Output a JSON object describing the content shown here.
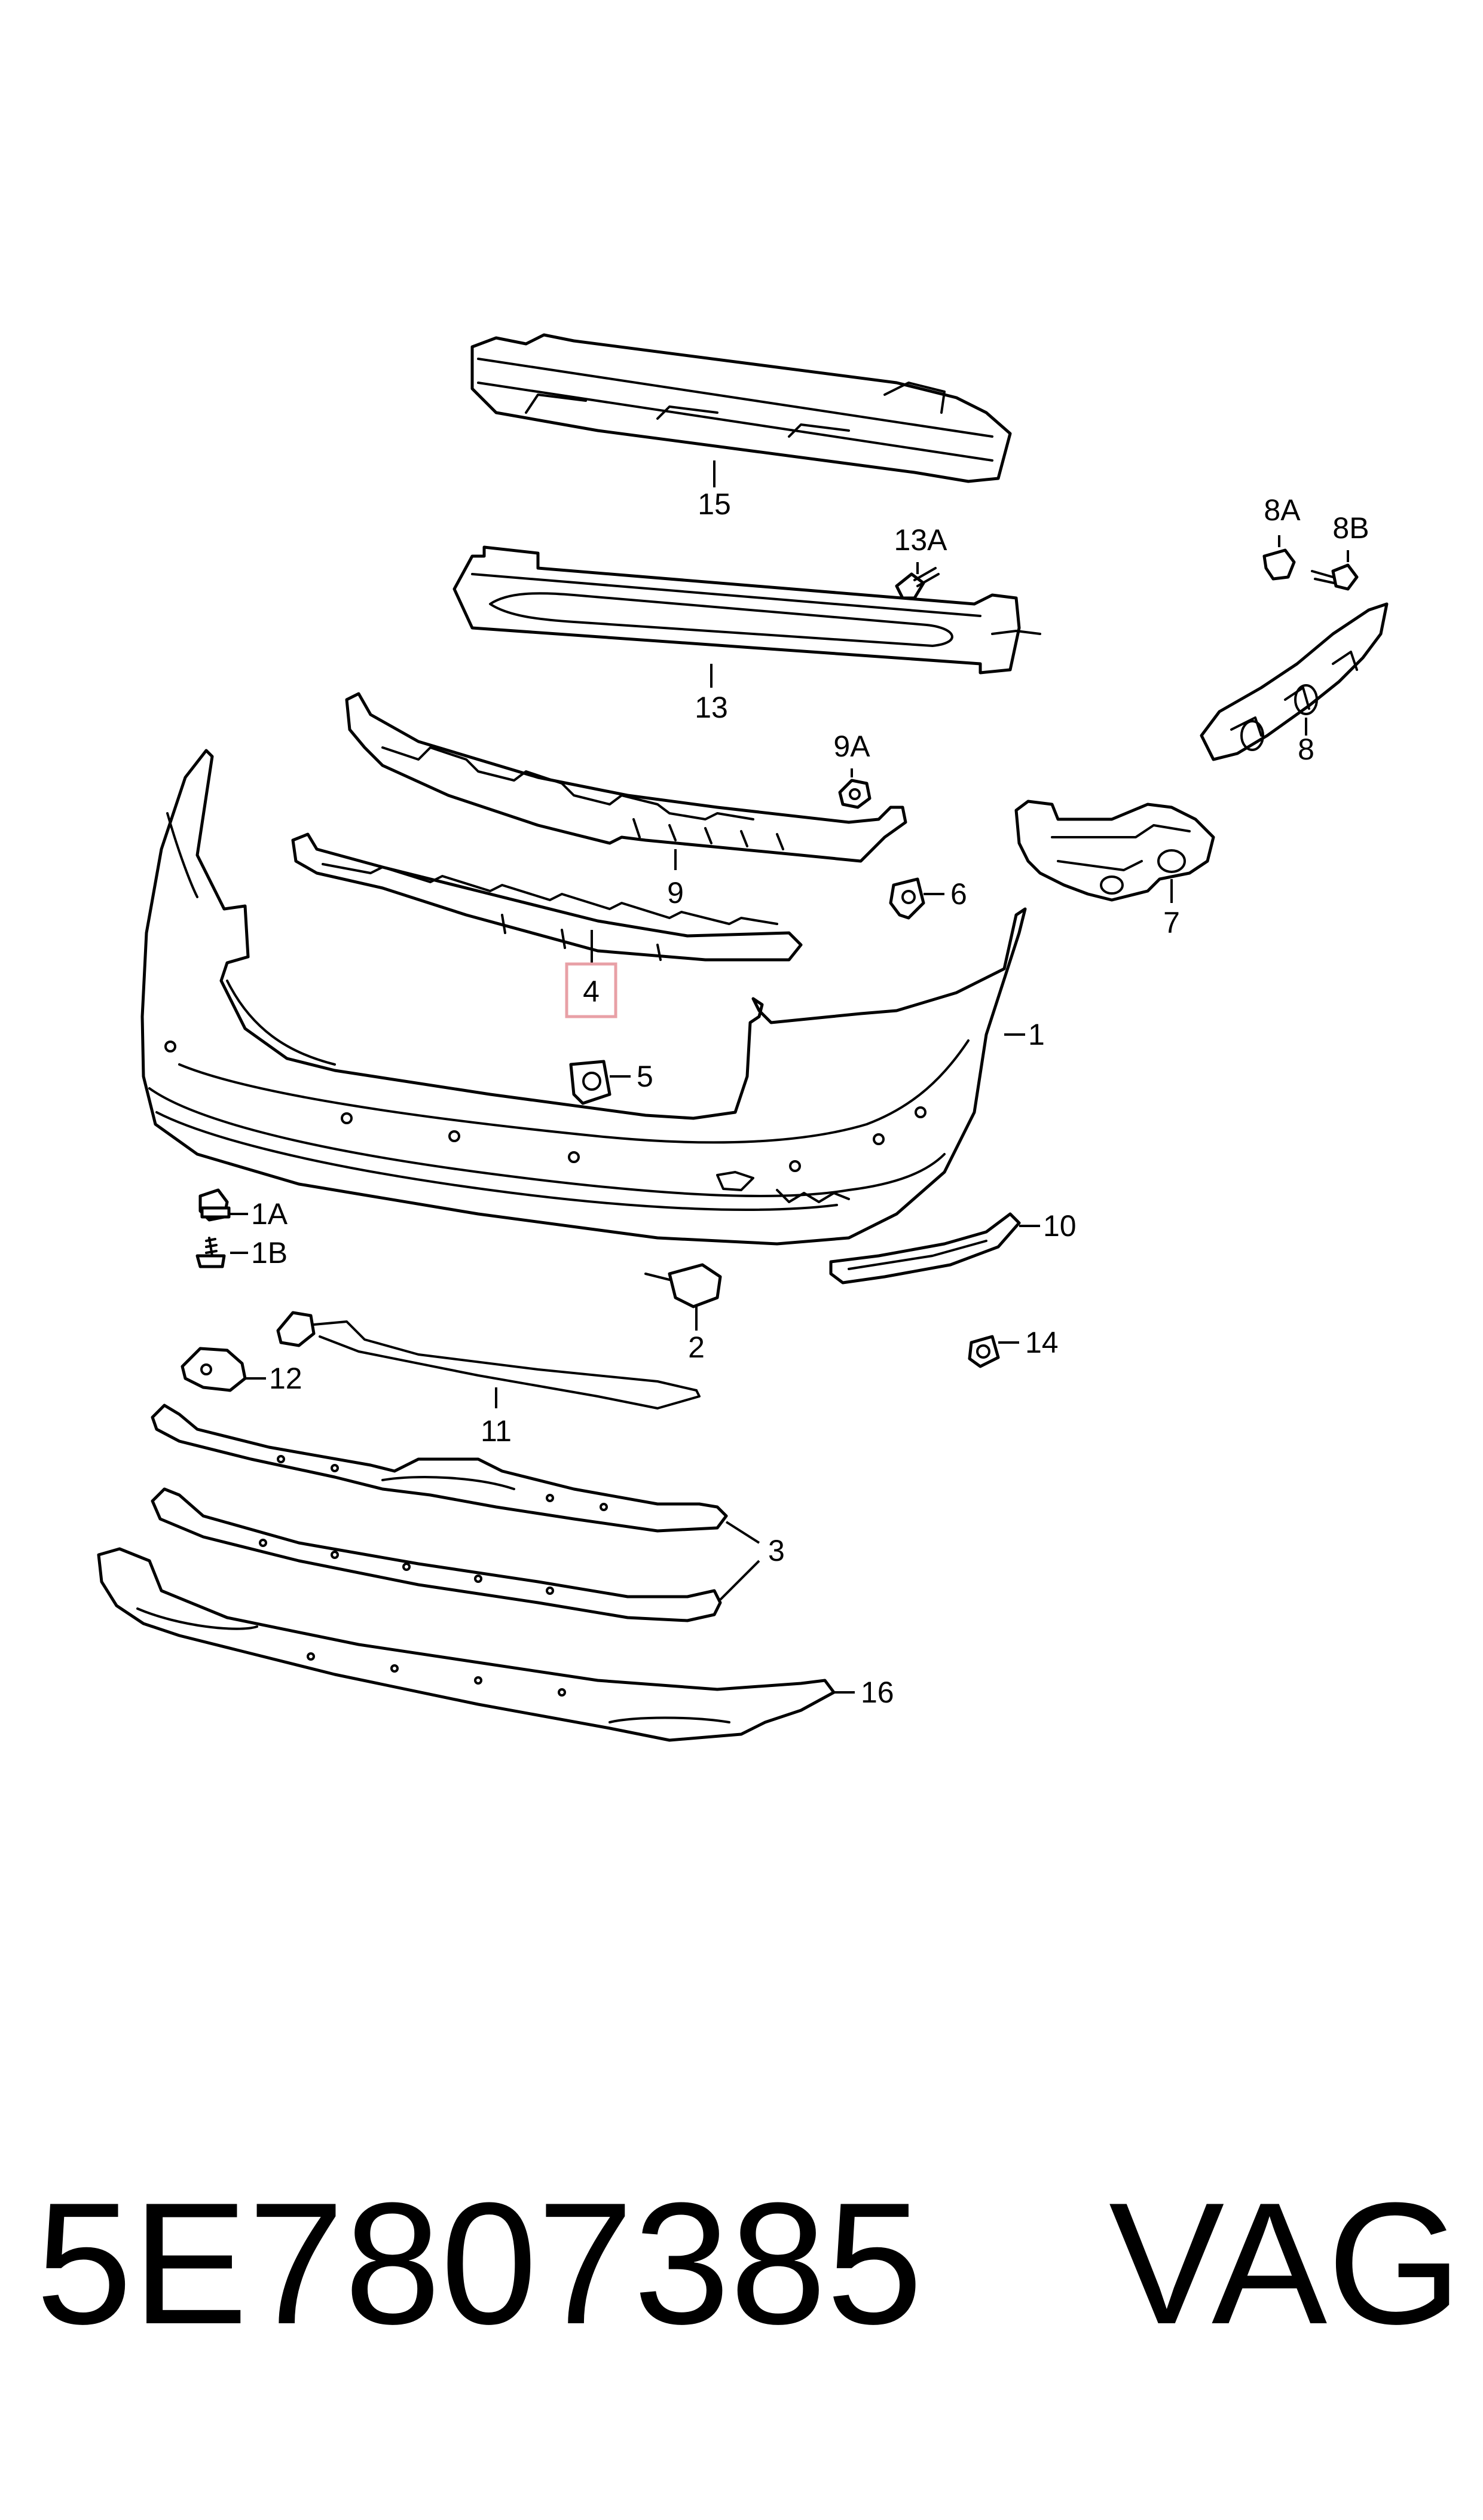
{
  "diagram": {
    "callouts": {
      "c15": "15",
      "c13A": "13A",
      "c13": "13",
      "c8A": "8A",
      "c8B": "8B",
      "c8": "8",
      "c9A": "9A",
      "c9": "9",
      "c6": "6",
      "c7": "7",
      "c4": "4",
      "c1": "1",
      "c5": "5",
      "c1A": "1A",
      "c1B": "1B",
      "c10": "10",
      "c2": "2",
      "c14": "14",
      "c12": "12",
      "c11": "11",
      "c3": "3",
      "c16": "16"
    },
    "highlighted_callout": "4",
    "highlight_color": "#e8a0a6"
  },
  "footer": {
    "part_number": "5E7807385",
    "brand": "VAG"
  }
}
